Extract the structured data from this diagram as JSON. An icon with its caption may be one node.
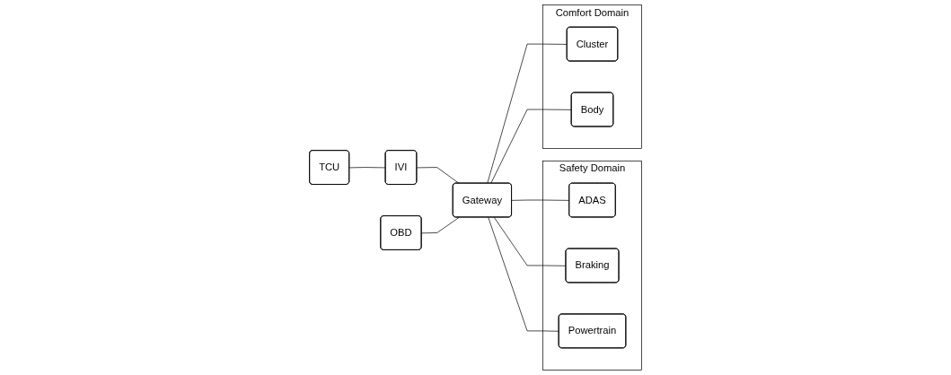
{
  "diagram": {
    "nodes": [
      {
        "text": [
          "TCU"
        ]
      },
      {
        "text": [
          "IVI"
        ]
      },
      {
        "text": [
          "Safety Domain"
        ]
      },
      {
        "text": [
          "ADAS"
        ],
        "in": 2
      },
      {
        "text": [
          "Braking"
        ],
        "in": 2
      },
      {
        "text": [
          "Powertrain"
        ],
        "in": 2
      },
      {
        "text": [
          "Gateway"
        ]
      },
      {
        "text": [
          "Comfort Domain"
        ]
      },
      {
        "text": [
          "Cluster"
        ],
        "in": 7
      },
      {
        "text": [
          "Body"
        ],
        "in": 7
      },
      {
        "text": [
          "OBD"
        ]
      }
    ],
    "edges": [
      {
        "from": 0,
        "to": 1,
        "arrow": "none"
      },
      {
        "from": 1,
        "to": 6,
        "arrow": "none"
      },
      {
        "from": 10,
        "to": 6,
        "arrow": "none"
      },
      {
        "from": 6,
        "to": 3,
        "arrow": "none"
      },
      {
        "from": 6,
        "to": 4,
        "arrow": "none"
      },
      {
        "from": 6,
        "to": 5,
        "arrow": "none"
      },
      {
        "from": 6,
        "to": 8,
        "arrow": "none"
      },
      {
        "from": 6,
        "to": 9,
        "arrow": "none"
      }
    ]
  }
}
